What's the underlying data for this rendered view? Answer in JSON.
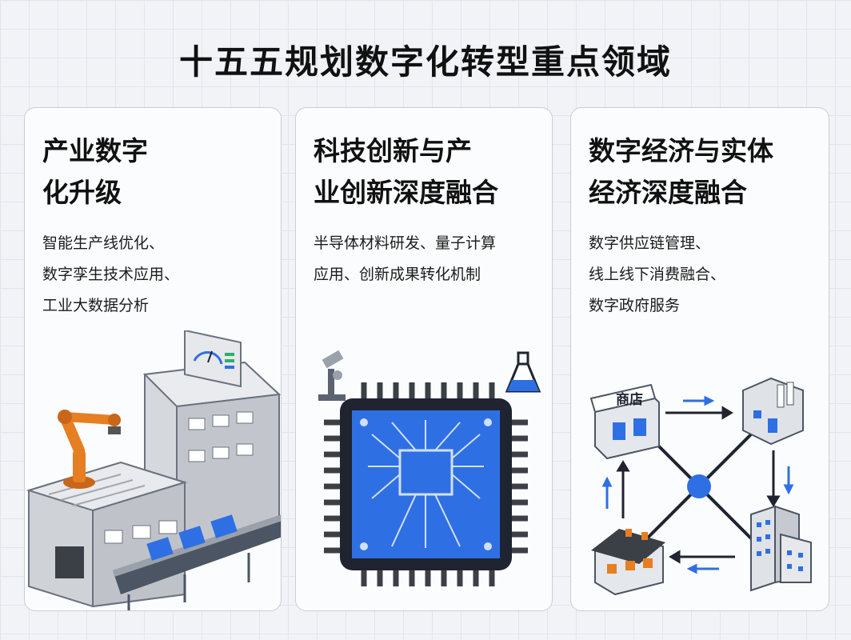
{
  "title": "十五五规划数字化转型重点领域",
  "cards": [
    {
      "title_lines": [
        "产业数字",
        "化升级"
      ],
      "desc_lines": [
        "智能生产线优化、",
        "数字孪生技术应用、",
        "工业大数据分析"
      ],
      "icons": [
        "factory-icon",
        "robot-arm-icon",
        "gauge-monitor-icon",
        "conveyor-belt-icon"
      ]
    },
    {
      "title_lines": [
        "科技创新与产",
        "业创新深度融合"
      ],
      "desc_lines": [
        "半导体材料研发、量子计算",
        "应用、创新成果转化机制"
      ],
      "icons": [
        "microscope-icon",
        "flask-icon",
        "chip-icon"
      ]
    },
    {
      "title_lines": [
        "数字经济与实体",
        "经济深度融合"
      ],
      "desc_lines": [
        "数字供应链管理、",
        "线上线下消费融合、",
        "数字政府服务"
      ],
      "icons": [
        "shop-icon",
        "warehouse-icon",
        "office-building-icon",
        "house-icon",
        "hub-icon"
      ],
      "shop_sign": "商店"
    }
  ],
  "colors": {
    "accent_blue": "#2f6fe4",
    "chip_dark": "#1f2430",
    "robot_orange": "#e67e22"
  }
}
